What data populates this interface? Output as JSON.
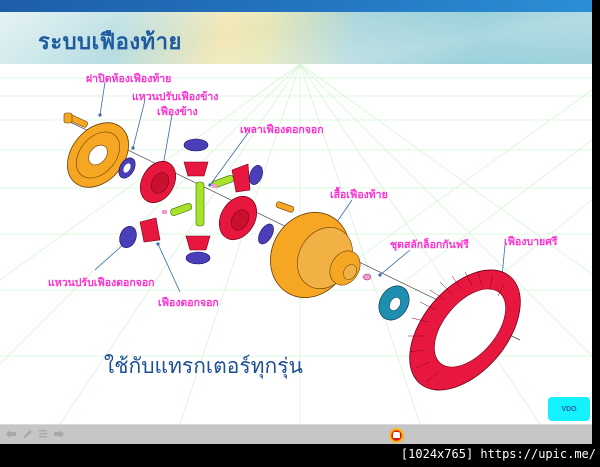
{
  "slide": {
    "title": "ระบบเฟืองท้าย",
    "subtitle": "ใช้กับแทรกเตอร์ทุกรุ่น",
    "labels": {
      "cover": "ฝาปิดห้องเฟืองท้าย",
      "side_gear_washer": "แหวนปรับเฟืองข้าง",
      "side_gear": "เฟืองข้าง",
      "pinion_shaft": "เพลาเฟืองดอกจอก",
      "case": "เสื้อเฟืองท้าย",
      "lock_set": "ชุดสลักล็อกกันฟรี",
      "ring_gear": "เฟืองบายศรี",
      "pinion_washer": "แหวนปรับเฟืองดอกจอก",
      "pinion_gear": "เฟืองดอกจอก"
    },
    "vdo_button": "VDO",
    "colors": {
      "title": "#1d5a9e",
      "label": "#ff2fd0",
      "housing": "#f5a623",
      "gear_red": "#e8173f",
      "washer_blue": "#4a3fb8",
      "shaft_green": "#a8e22a",
      "lock_teal": "#1e8fb0",
      "vdo_button_bg": "#14f1ff"
    }
  },
  "statusbar": {
    "nav_icons": [
      "prev-arrow-icon",
      "pen-icon",
      "menu-icon",
      "next-arrow-icon"
    ],
    "logo": "elephant-emblem-icon"
  },
  "watermark": "[1024x765] https://upic.me/"
}
